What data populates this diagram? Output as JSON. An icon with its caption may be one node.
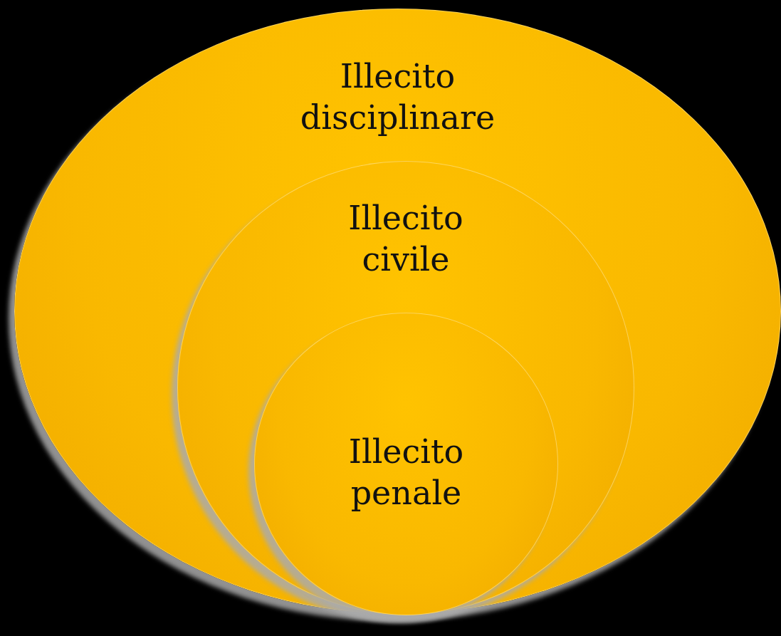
{
  "diagram": {
    "nodes": [
      {
        "text": [
          "Illecito disciplinare"
        ]
      },
      {
        "text": [
          "Illecito civile"
        ],
        "in": 0
      },
      {
        "text": [
          "Illecito penale"
        ],
        "in": 1
      }
    ]
  }
}
